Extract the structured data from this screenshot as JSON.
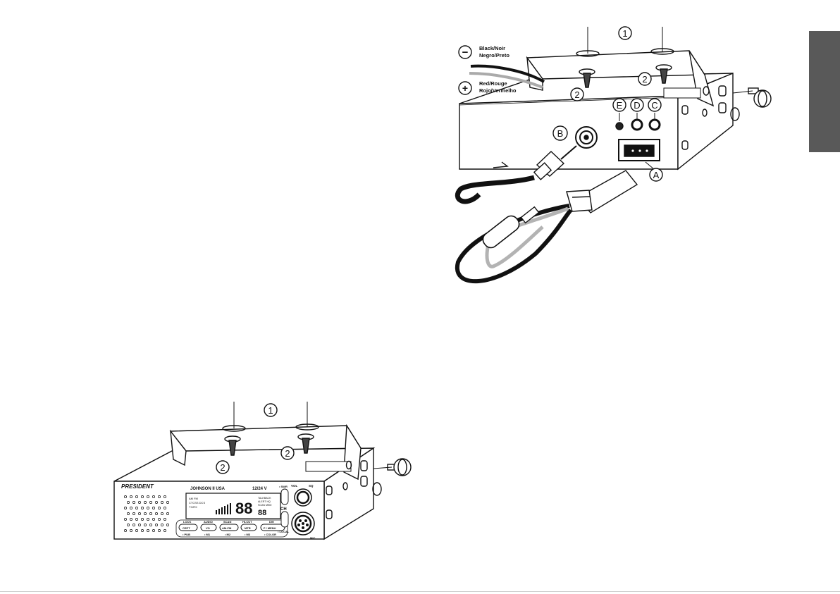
{
  "wire_labels": {
    "negative_symbol": "−",
    "negative_line1": "Black/Noir",
    "negative_line2": "Negro/Preto",
    "positive_symbol": "+",
    "positive_line1": "Red/Rouge",
    "positive_line2": "Rojo/Vermelho"
  },
  "callouts": {
    "bracket": "1",
    "screw": "2",
    "power": "A",
    "antenna": "B",
    "jack_c": "C",
    "jack_d": "D",
    "jack_e": "E"
  },
  "radio": {
    "brand": "PRESIDENT",
    "model": "JOHNSON II USA",
    "voltage": "12/24 V",
    "lcd_digits_big": "88",
    "lcd_digits_small": "88",
    "lcd_line1": "AM FM",
    "lcd_line2": "CTCSS DCS",
    "lcd_line3": "TX/RX",
    "lcd_right1": "TALKBACK",
    "lcd_right2": "ALERT HQ",
    "lcd_right3": "SCAN MEM",
    "ch_label": "CH",
    "swr_label": "• SWR",
    "local_label": "• LOCAL",
    "vol_label": "VOL",
    "sq_label": "SQ",
    "mic_label": "MIC",
    "btn_top": [
      "LOCK",
      "AUDIO",
      "SCAN",
      "HI-CUT",
      "DW"
    ],
    "btn_face": [
      "CEPT",
      "VO",
      "AM-FM",
      "MTR",
      "F / MENU"
    ],
    "btn_bottom": [
      "• PUB",
      "• M1",
      "• M2",
      "• M3",
      "• COLOR"
    ]
  },
  "colors": {
    "tab": "#595959",
    "line": "#111111",
    "wire_grey": "#b3b3b3"
  }
}
